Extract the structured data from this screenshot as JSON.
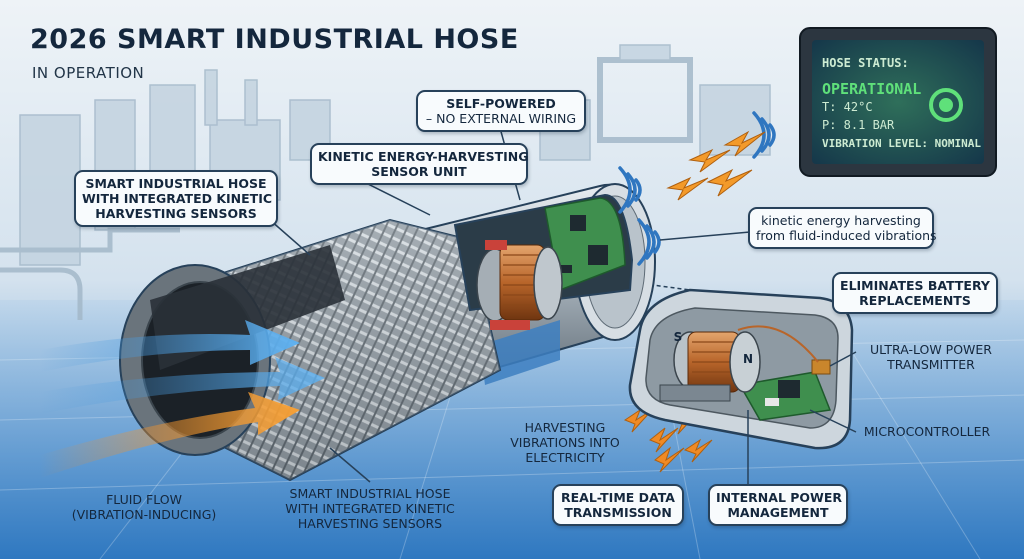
{
  "title": "2026 SMART INDUSTRIAL HOSE",
  "subtitle": "IN OPERATION",
  "callouts": {
    "self_powered": {
      "line1": "SELF-POWERED",
      "line2": "– NO EXTERNAL WIRING"
    },
    "kinetic_unit": {
      "line1": "KINETIC ENERGY-HARVESTING",
      "line2": "SENSOR UNIT"
    },
    "smart_hose_top": {
      "line1": "SMART INDUSTRIAL HOSE",
      "line2": "WITH INTEGRATED KINETIC",
      "line3": "HARVESTING SENSORS"
    },
    "kinetic_harvesting": {
      "line1": "kinetic energy harvesting",
      "line2": "from fluid-induced vibrations"
    },
    "eliminates_battery": {
      "line1": "ELIMINATES BATTERY",
      "line2": "REPLACEMENTS"
    },
    "realtime": {
      "line1": "REAL-TIME DATA",
      "line2": "TRANSMISSION"
    },
    "power_mgmt": {
      "line1": "INTERNAL POWER",
      "line2": "MANAGEMENT"
    }
  },
  "labels": {
    "fluid_flow": {
      "line1": "FLUID FLOW",
      "line2": "(VIBRATION-INDUCING)"
    },
    "smart_hose_bottom": {
      "line1": "SMART INDUSTRIAL HOSE",
      "line2": "WITH INTEGRATED KINETIC",
      "line3": "HARVESTING SENSORS"
    },
    "harvesting": {
      "line1": "HARVESTING",
      "line2": "VIBRATIONS INTO",
      "line3": "ELECTRICITY"
    },
    "transmitter": {
      "line1": "ULTRA-LOW POWER",
      "line2": "TRANSMITTER"
    },
    "microcontroller": "MICROCONTROLLER",
    "magnet_s": "S",
    "magnet_n": "N"
  },
  "tablet": {
    "heading": "HOSE STATUS:",
    "status": "OPERATIONAL",
    "temperature": "T: 42°C",
    "pressure": "P: 8.1 BAR",
    "vibration": "VIBRATION LEVEL: NOMINAL"
  },
  "colors": {
    "background": "#dfe9f1",
    "outline": "#27415a",
    "status_green": "#5fe07a",
    "flow_blue": "#3a8fd8",
    "flow_orange": "#f08a24",
    "copper": "#b8652a",
    "pcb_green": "#3f8f4e"
  }
}
